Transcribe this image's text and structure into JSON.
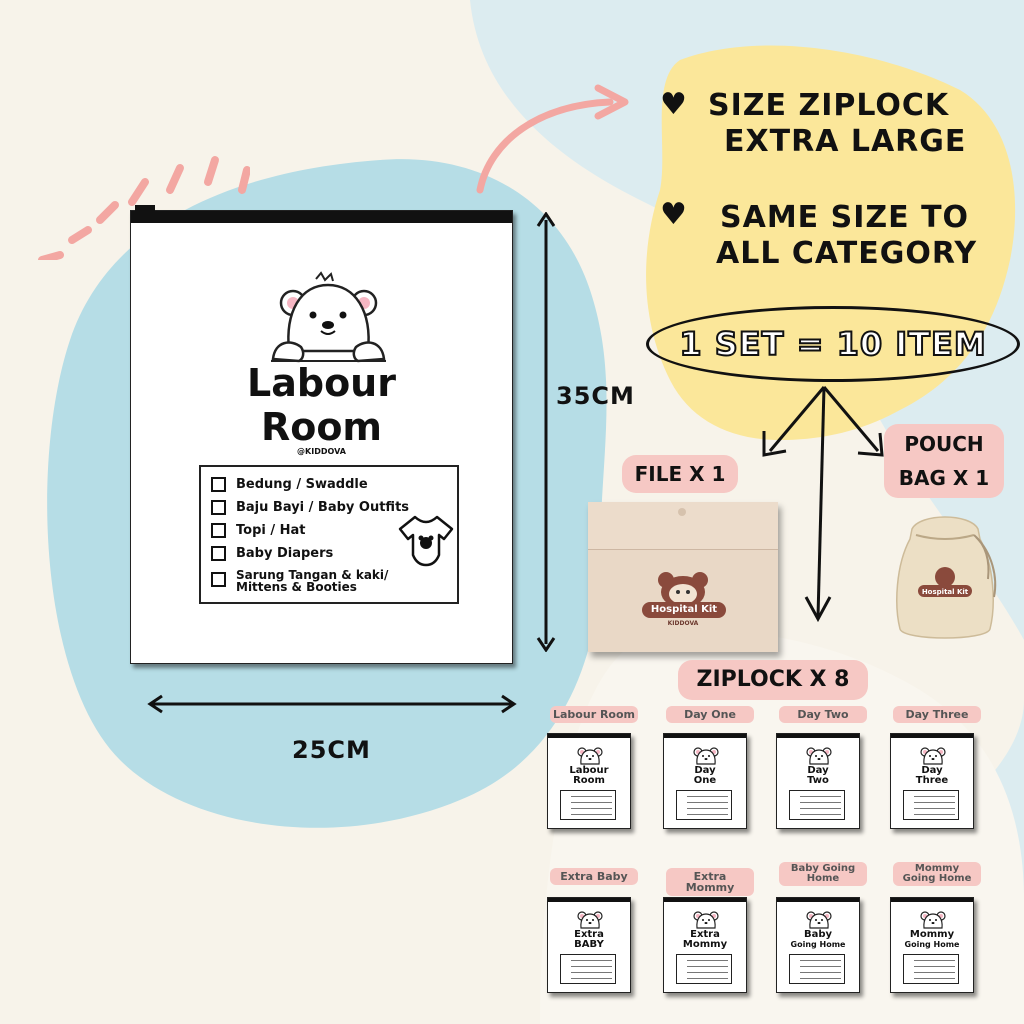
{
  "main_bag": {
    "title_line1": "Labour",
    "title_line2": "Room",
    "brand": "@KIDDOVA",
    "checklist": [
      "Bedung / Swaddle",
      "Baju Bayi / Baby Outfits",
      "Topi / Hat",
      "Baby Diapers",
      "Sarung Tangan & kaki/",
      "Mittens & Booties"
    ]
  },
  "dimensions": {
    "height_label": "35CM",
    "width_label": "25CM"
  },
  "features": [
    {
      "line1": "SIZE ZIPLOCK",
      "line2": "EXTRA LARGE"
    },
    {
      "line1": "SAME SIZE TO",
      "line2": "ALL CATEGORY"
    }
  ],
  "set_label": "1 SET = 10 ITEM",
  "components": {
    "file_label": "FILE X 1",
    "pouch_label_line1": "POUCH",
    "pouch_label_line2": "BAG X 1",
    "ziplock_label": "ZIPLOCK X 8",
    "kit_logo_text": "Hospital Kit",
    "kit_logo_sub": "KIDDOVA"
  },
  "ziplock_grid": [
    {
      "tag": "Labour Room",
      "title1": "Labour",
      "title2": "Room"
    },
    {
      "tag": "Day One",
      "title1": "Day",
      "title2": "One"
    },
    {
      "tag": "Day Two",
      "title1": "Day",
      "title2": "Two"
    },
    {
      "tag": "Day Three",
      "title1": "Day",
      "title2": "Three"
    },
    {
      "tag": "Extra Baby",
      "title1": "Extra",
      "title2": "BABY"
    },
    {
      "tag": "Extra Mommy",
      "title1": "Extra",
      "title2": "Mommy"
    },
    {
      "tag": "Baby Going Home",
      "title1": "Baby",
      "title2": "Going Home"
    },
    {
      "tag": "Mommy Going Home",
      "title1": "Mommy",
      "title2": "Going Home"
    }
  ],
  "colors": {
    "background": "#f7f3ea",
    "blue_blob": "#b6dde6",
    "yellow_blob": "#fbe79a",
    "pink_accent": "#f6c8c4",
    "kit_brown": "#8a4a3c"
  }
}
